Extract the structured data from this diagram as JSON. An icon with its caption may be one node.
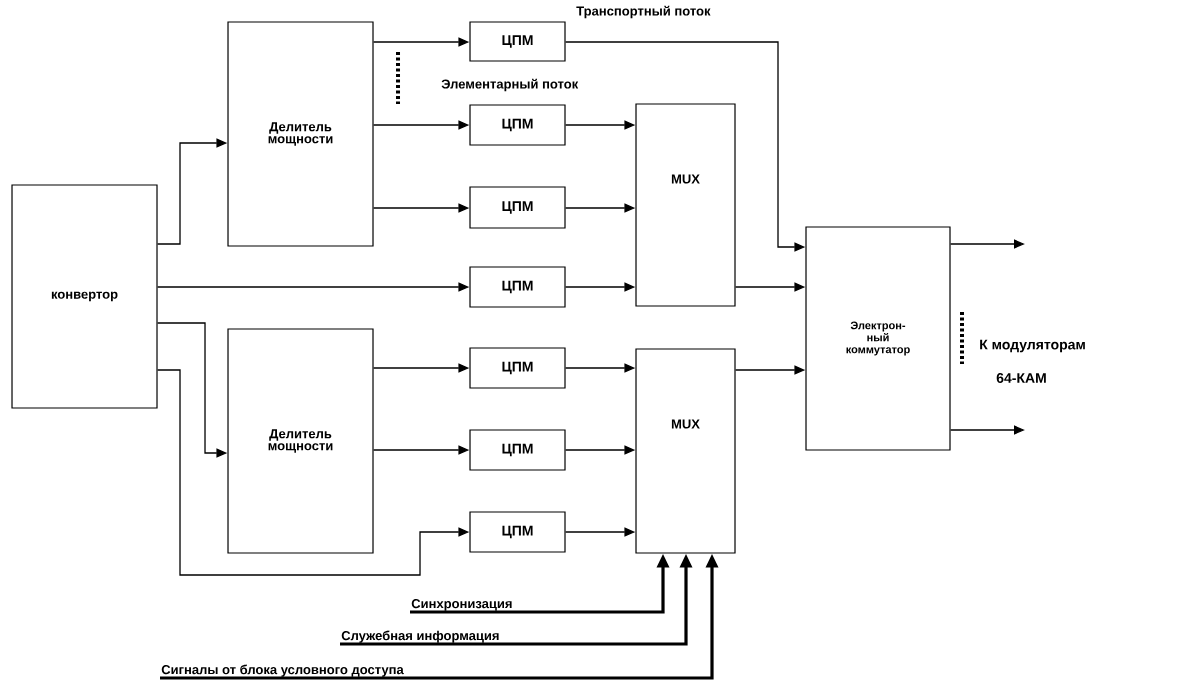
{
  "diagram": {
    "nodes": [
      {
        "text": [
          "конвертор"
        ]
      },
      {
        "text": [
          "Делитель мощности"
        ]
      },
      {
        "text": [
          "ЦПМ"
        ]
      },
      {
        "text": [
          "ЦПМ"
        ]
      },
      {
        "text": [
          "ЦПМ"
        ]
      },
      {
        "text": [
          "ЦПМ"
        ]
      },
      {
        "text": [
          "Делитель мощности"
        ]
      },
      {
        "text": [
          "ЦПМ"
        ]
      },
      {
        "text": [
          "ЦПМ"
        ]
      },
      {
        "text": [
          "ЦПМ"
        ]
      },
      {
        "text": [
          "MUX"
        ]
      },
      {
        "text": [
          "MUX"
        ]
      },
      {
        "text": [
          "Электрон- ный коммутатор"
        ]
      },
      {
        "text": [
          "Синхронизация"
        ]
      },
      {
        "text": [
          "Служебная информация"
        ]
      },
      {
        "text": [
          "Сигналы от блока условного доступа"
        ]
      }
    ],
    "edges": [
      {
        "from": 0,
        "to": 1,
        "arrow": "to"
      },
      {
        "from": 0,
        "to": 5,
        "arrow": "to"
      },
      {
        "from": 0,
        "to": 6,
        "arrow": "to"
      },
      {
        "from": 0,
        "to": 9,
        "arrow": "to"
      },
      {
        "from": 1,
        "to": 2,
        "arrow": "to"
      },
      {
        "from": 1,
        "to": 3,
        "arrow": "to"
      },
      {
        "from": 1,
        "to": 4,
        "arrow": "to"
      },
      {
        "from": 6,
        "to": 7,
        "arrow": "to"
      },
      {
        "from": 6,
        "to": 8,
        "arrow": "to"
      },
      {
        "from": 2,
        "to": 12,
        "arrow": "to"
      },
      {
        "from": 3,
        "to": 10,
        "arrow": "to"
      },
      {
        "from": 4,
        "to": 10,
        "arrow": "to"
      },
      {
        "from": 5,
        "to": 10,
        "arrow": "to"
      },
      {
        "from": 7,
        "to": 11,
        "arrow": "to"
      },
      {
        "from": 8,
        "to": 11,
        "arrow": "to"
      },
      {
        "from": 9,
        "to": 11,
        "arrow": "to"
      },
      {
        "from": 10,
        "to": 12,
        "arrow": "to"
      },
      {
        "from": 11,
        "to": 12,
        "arrow": "to"
      },
      {
        "from": 12,
        "to": null,
        "arrow": "to"
      },
      {
        "from": 12,
        "to": null,
        "arrow": "to"
      },
      {
        "from": 13,
        "to": 11,
        "arrow": "to",
        "style": "thick"
      },
      {
        "from": 14,
        "to": 11,
        "arrow": "to",
        "style": "thick"
      },
      {
        "from": 15,
        "to": 11,
        "arrow": "to",
        "style": "thick"
      }
    ],
    "labels": [
      "Транспортный поток",
      "Элементарный поток",
      "К модуляторам",
      "64-КАМ"
    ]
  }
}
